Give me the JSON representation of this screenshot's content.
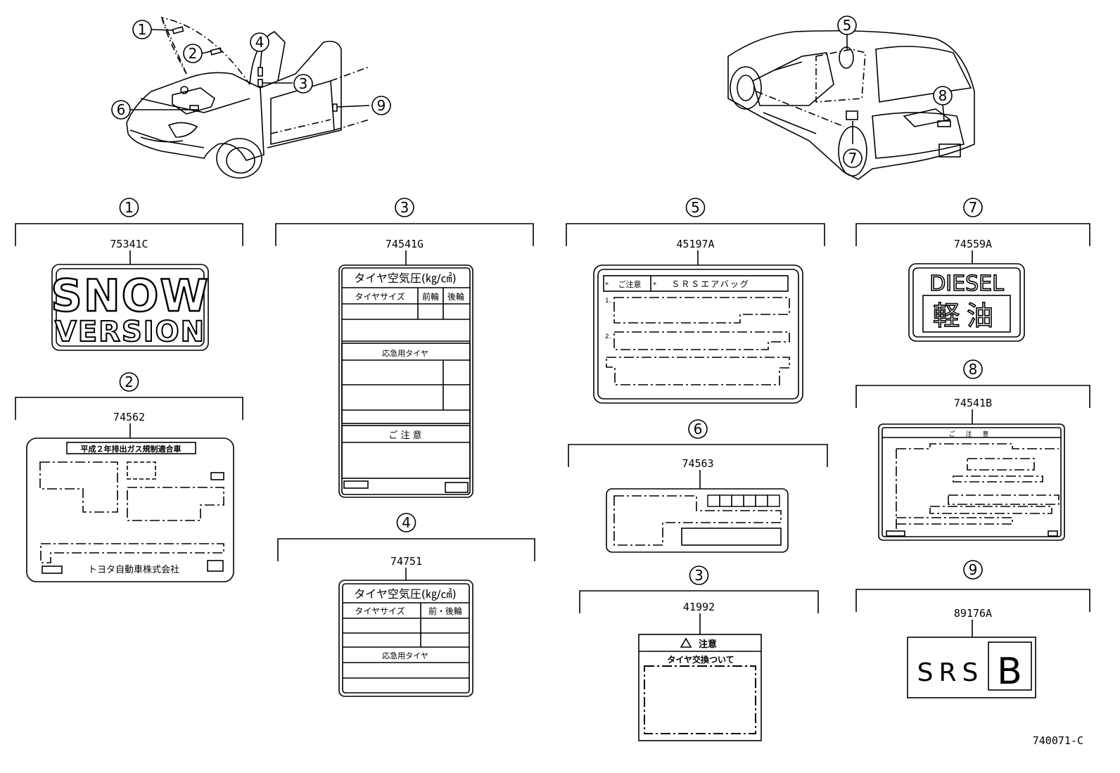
{
  "callouts": [
    "1",
    "2",
    "3",
    "4",
    "5",
    "6",
    "7",
    "8",
    "9"
  ],
  "sections": [
    {
      "callout": "1",
      "part_number": "75341C"
    },
    {
      "callout": "2",
      "part_number": "74562"
    },
    {
      "callout": "3",
      "part_number": "74541G"
    },
    {
      "callout": "4",
      "part_number": "74751"
    },
    {
      "callout": "5",
      "part_number": "45197A"
    },
    {
      "callout": "6",
      "part_number": "74563"
    },
    {
      "callout": "3",
      "part_number": "41992"
    },
    {
      "callout": "7",
      "part_number": "74559A"
    },
    {
      "callout": "8",
      "part_number": "74541B"
    },
    {
      "callout": "9",
      "part_number": "89176A"
    }
  ],
  "labels": {
    "snow": {
      "line1": "SNOW",
      "line2": "VERSION"
    },
    "emission": {
      "title": "平成２年排出ガス規制適合車",
      "footer": "トヨタ自動車株式会社"
    },
    "tire_pressure_a": {
      "title": "タイヤ空気圧(㎏/㎠)",
      "col1": "タイヤサイズ",
      "col2": "前輪",
      "col3": "後輪",
      "spare": "応急用タイヤ",
      "caution": "ご 注 意"
    },
    "tire_pressure_b": {
      "title": "タイヤ空気圧(㎏/㎠)",
      "col1": "タイヤサイズ",
      "col2": "前・後輪",
      "spare": "応急用タイヤ"
    },
    "srs_airbag": {
      "caution": "ご注意",
      "title": "ＳＲＳエアバッグ",
      "item1": "1.",
      "item2": "2."
    },
    "tire_change": {
      "title": "注意",
      "subtitle": "タイヤ交換ついて"
    },
    "diesel": {
      "line1": "DIESEL",
      "line2": "軽油"
    },
    "caution_b": {
      "title": "ご 注 意"
    },
    "srs_b": {
      "text": "SRS",
      "letter": "B"
    }
  },
  "figure_id": "740071-C"
}
